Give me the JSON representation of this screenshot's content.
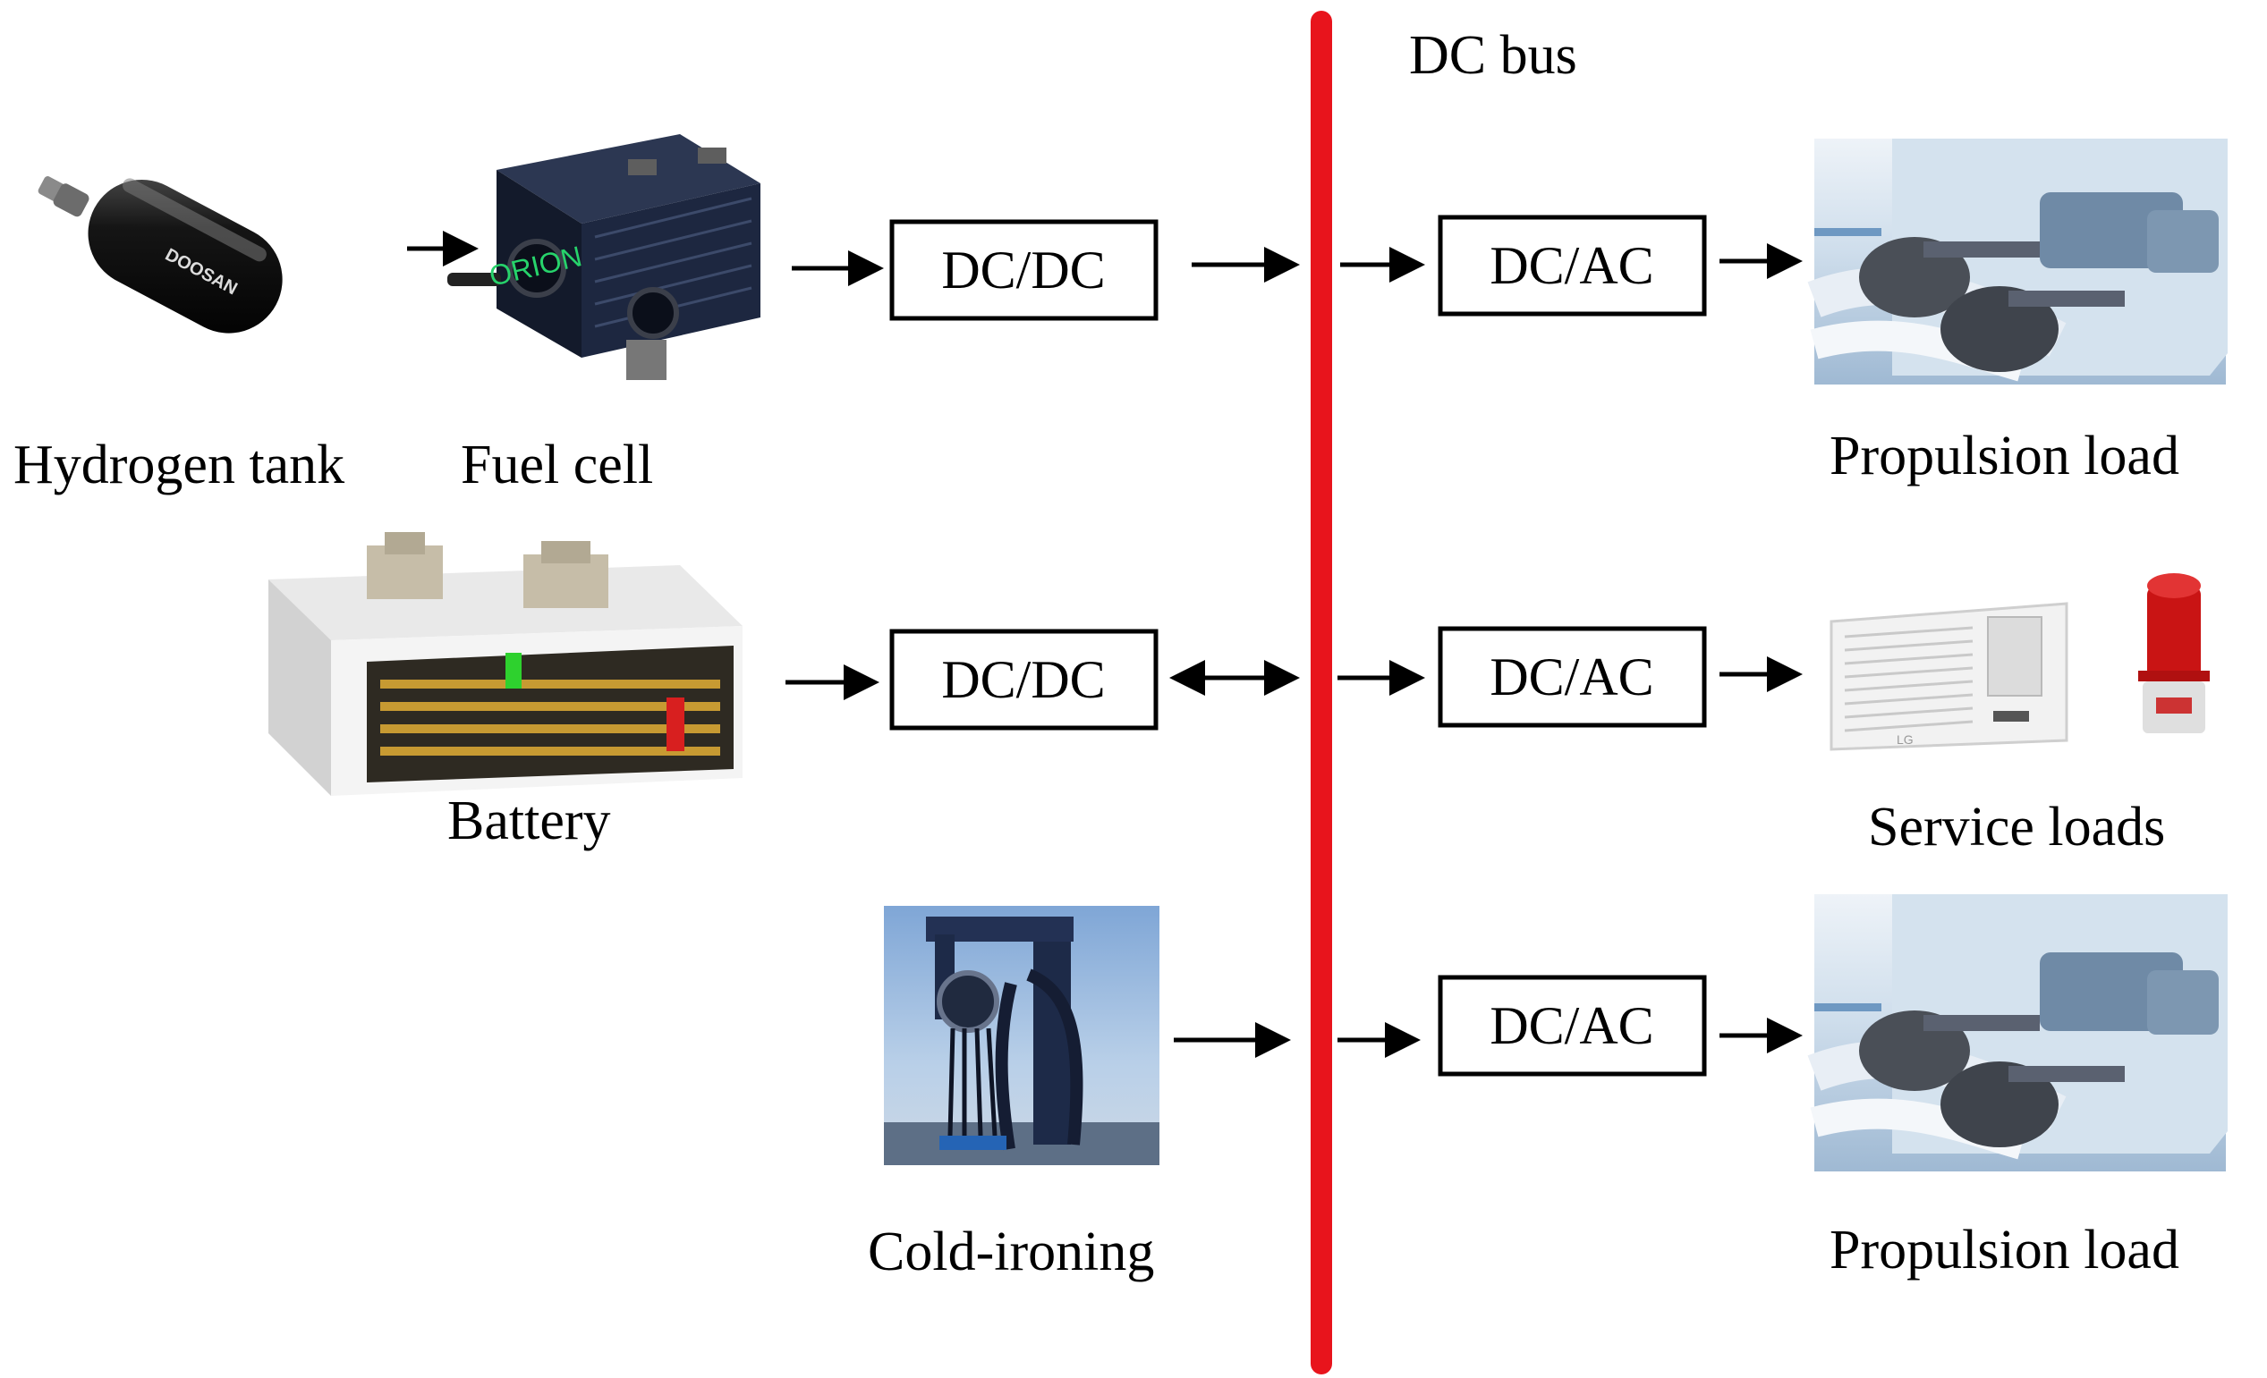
{
  "bus": {
    "label": "DC bus",
    "color": "#e8141c"
  },
  "sources": {
    "hydrogen_tank": {
      "label": "Hydrogen tank",
      "brand_text": "DOOSAN"
    },
    "fuel_cell": {
      "label": "Fuel cell",
      "brand_text": "ORION"
    },
    "battery": {
      "label": "Battery"
    },
    "cold_ironing": {
      "label": "Cold-ironing"
    }
  },
  "converters": {
    "fc_dcdc": "DC/DC",
    "bat_dcdc": "DC/DC",
    "inv_top": "DC/AC",
    "inv_mid": "DC/AC",
    "inv_bot": "DC/AC"
  },
  "loads": {
    "propulsion_top": {
      "label": "Propulsion load"
    },
    "service": {
      "label": "Service loads",
      "unit_brand": "LG"
    },
    "propulsion_bottom": {
      "label": "Propulsion load"
    }
  },
  "icons": {
    "hydrogen_tank": "hydrogen-tank-icon",
    "fuel_cell": "fuel-cell-icon",
    "battery": "battery-container-icon",
    "cold_ironing": "shore-power-crane-icon",
    "propulsion": "ship-propulsion-icon",
    "air_conditioner": "air-conditioner-icon",
    "beacon": "warning-beacon-icon"
  }
}
